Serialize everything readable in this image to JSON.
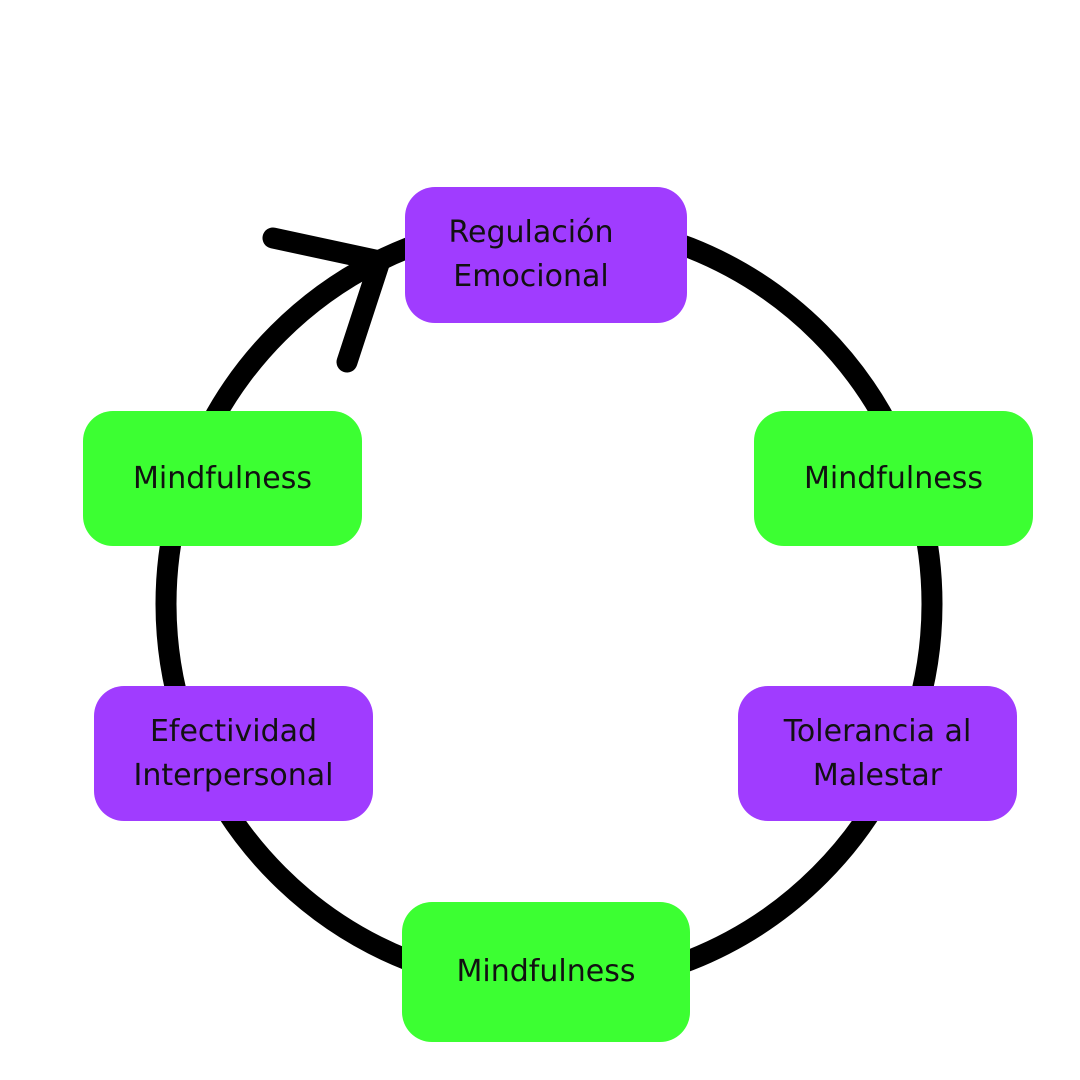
{
  "colors": {
    "background": "#ffffff",
    "ring": "#000000",
    "skill_module": "#a03cff",
    "mindfulness": "#3cff32",
    "text": "#111111"
  },
  "cycle": {
    "direction": "clockwise",
    "arrow_icon": "arrowhead-icon"
  },
  "nodes": {
    "top": {
      "label": "Regulación\nEmocional",
      "kind": "skill_module"
    },
    "right_upper": {
      "label": "Mindfulness",
      "kind": "mindfulness"
    },
    "right_lower": {
      "label": "Tolerancia al\nMalestar",
      "kind": "skill_module"
    },
    "bottom": {
      "label": "Mindfulness",
      "kind": "mindfulness"
    },
    "left_lower": {
      "label": "Efectividad\nInterpersonal",
      "kind": "skill_module"
    },
    "left_upper": {
      "label": "Mindfulness",
      "kind": "mindfulness"
    }
  }
}
